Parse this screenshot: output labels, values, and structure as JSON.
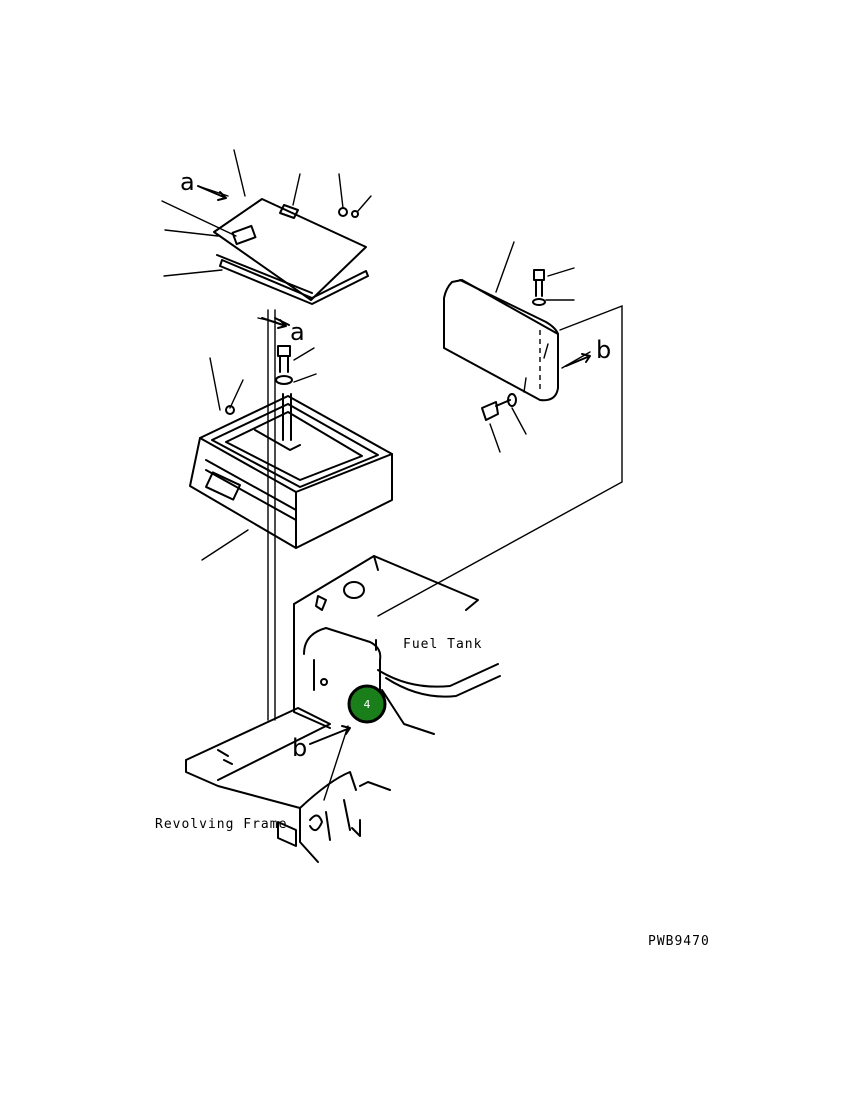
{
  "labels": {
    "fuel_tank": "Fuel Tank",
    "revolving_frame": "Revolving Frame",
    "drawing_code": "PWB9470",
    "ref_a1": "a",
    "ref_a2": "a",
    "ref_b1": "b",
    "ref_b2": "b"
  },
  "callout": {
    "number": "4",
    "color": "#1a7f1a",
    "border_color": "#000000"
  }
}
